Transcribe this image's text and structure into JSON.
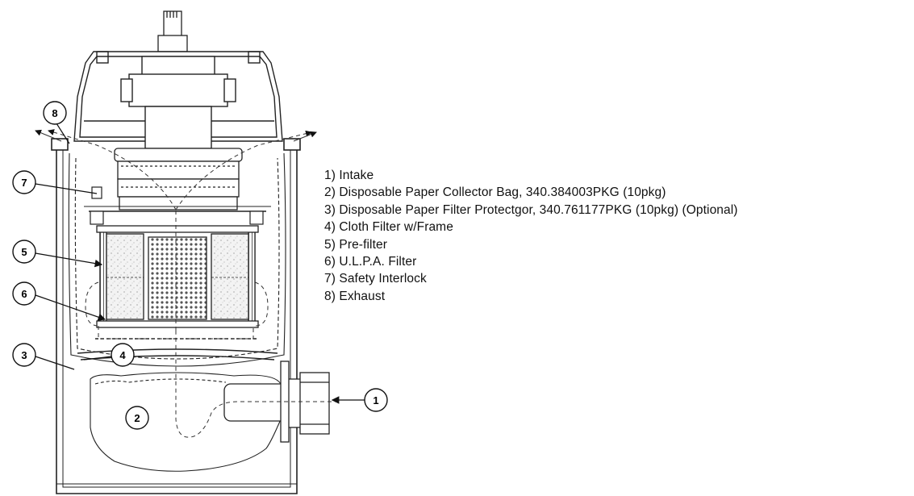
{
  "legend": [
    "1) Intake",
    "2) Disposable Paper Collector Bag, 340.384003PKG (10pkg)",
    "3) Disposable Paper Filter Protectgor, 340.761177PKG (10pkg) (Optional)",
    "4) Cloth Filter w/Frame",
    "5) Pre-filter",
    "6) U.L.P.A. Filter",
    "7) Safety Interlock",
    "8) Exhaust"
  ],
  "callouts": {
    "c1": "1",
    "c2": "2",
    "c3": "3",
    "c4": "4",
    "c5": "5",
    "c6": "6",
    "c7": "7",
    "c8": "8"
  },
  "colors": {
    "line": "#222222",
    "filter_fill": "#e9e9e9",
    "background": "#ffffff"
  }
}
